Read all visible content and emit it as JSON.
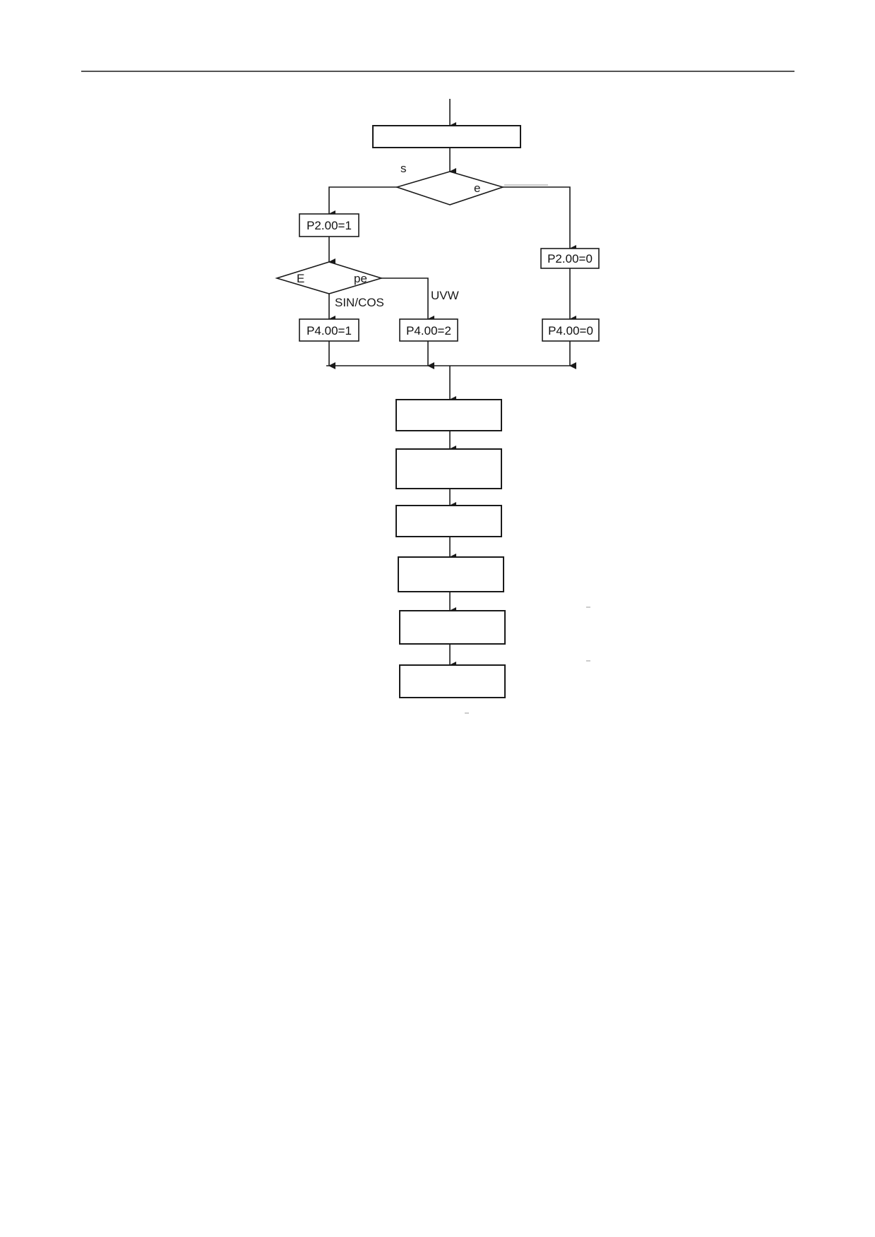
{
  "header": {
    "rule": true
  },
  "flowchart": {
    "nodes": {
      "start_box": {
        "text": ""
      },
      "motor_type_decision": {
        "text_left": "s",
        "text_right": "e"
      },
      "p200_eq1": {
        "text": "P2.00=1"
      },
      "p200_eq0": {
        "text": "P2.00=0"
      },
      "encoder_decision": {
        "text_left": "E",
        "text_right": "pe"
      },
      "p400_eq1": {
        "text": "P4.00=1"
      },
      "p400_eq2": {
        "text": "P4.00=2"
      },
      "p400_eq0": {
        "text": "P4.00=0"
      },
      "step_1": {
        "text": ""
      },
      "step_2": {
        "text": ""
      },
      "step_3": {
        "text": ""
      },
      "step_4": {
        "text": ""
      },
      "step_5": {
        "text": ""
      },
      "step_6": {
        "text": ""
      }
    },
    "edge_labels": {
      "sincos": "SIN/COS",
      "uvw": "UVW"
    }
  },
  "colors": {
    "line": "#1a1a1a",
    "box_border": "#1a1a1a",
    "background": "#ffffff"
  }
}
